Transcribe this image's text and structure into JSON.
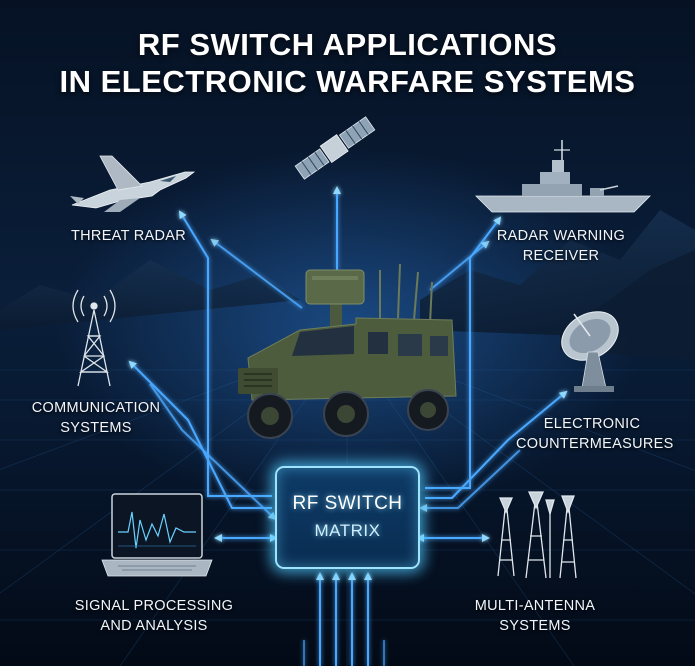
{
  "title": {
    "line1": "RF SWITCH APPLICATIONS",
    "line2": "IN ELECTRONIC WARFARE SYSTEMS"
  },
  "center": {
    "line1": "RF SWITCH",
    "line2": "MATRIX"
  },
  "nodes": {
    "threat_radar": {
      "line1": "THREAT RADAR",
      "icon": "fighter-jet-icon"
    },
    "satellite": {
      "icon": "satellite-icon"
    },
    "radar_warning_receiver": {
      "line1": "RADAR WARNING",
      "line2": "RECEIVER",
      "icon": "warship-icon"
    },
    "communication_systems": {
      "line1": "COMMUNICATION",
      "line2": "SYSTEMS",
      "icon": "radio-tower-icon"
    },
    "electronic_countermeasures": {
      "line1": "ELECTRONIC",
      "line2": "COUNTERMEASURES",
      "icon": "satellite-dish-icon"
    },
    "signal_processing": {
      "line1": "SIGNAL PROCESSING",
      "line2": "AND ANALYSIS",
      "icon": "laptop-icon"
    },
    "multi_antenna": {
      "line1": "MULTI-ANTENNA",
      "line2": "SYSTEMS",
      "icon": "antenna-array-icon"
    },
    "vehicle": {
      "icon": "military-vehicle-icon"
    }
  },
  "colors": {
    "background": "#061224",
    "glow": "#5fd0ff",
    "line": "#4aa8ff",
    "text": "#ffffff"
  }
}
